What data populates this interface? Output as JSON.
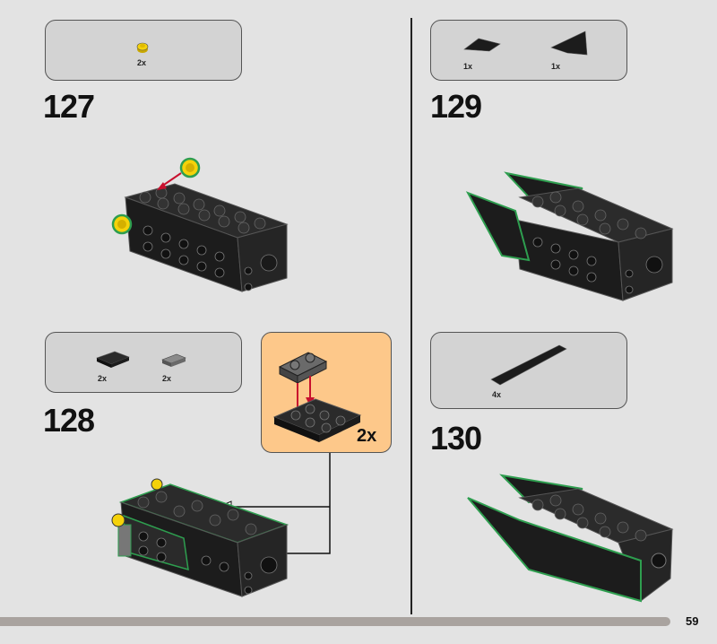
{
  "steps": [
    {
      "number": "127",
      "parts": [
        {
          "qty": "2x",
          "icon": "yellow-round-plate-icon"
        }
      ]
    },
    {
      "number": "128",
      "parts": [
        {
          "qty": "2x",
          "icon": "black-plate-2x3-icon"
        },
        {
          "qty": "2x",
          "icon": "gray-plate-1x2-icon"
        }
      ],
      "callout": {
        "qty": "2x"
      }
    },
    {
      "number": "129",
      "parts": [
        {
          "qty": "1x",
          "icon": "black-wedge-left-icon"
        },
        {
          "qty": "1x",
          "icon": "black-wedge-right-icon"
        }
      ]
    },
    {
      "number": "130",
      "parts": [
        {
          "qty": "4x",
          "icon": "black-slope-long-icon"
        }
      ]
    }
  ],
  "page_number": "59",
  "colors": {
    "background": "#e3e3e3",
    "part_box": "#d3d3d3",
    "callout": "#fdc88a",
    "arrow": "#c8102e",
    "highlight": "#2e9e4f",
    "progress": "#a9a39f"
  }
}
